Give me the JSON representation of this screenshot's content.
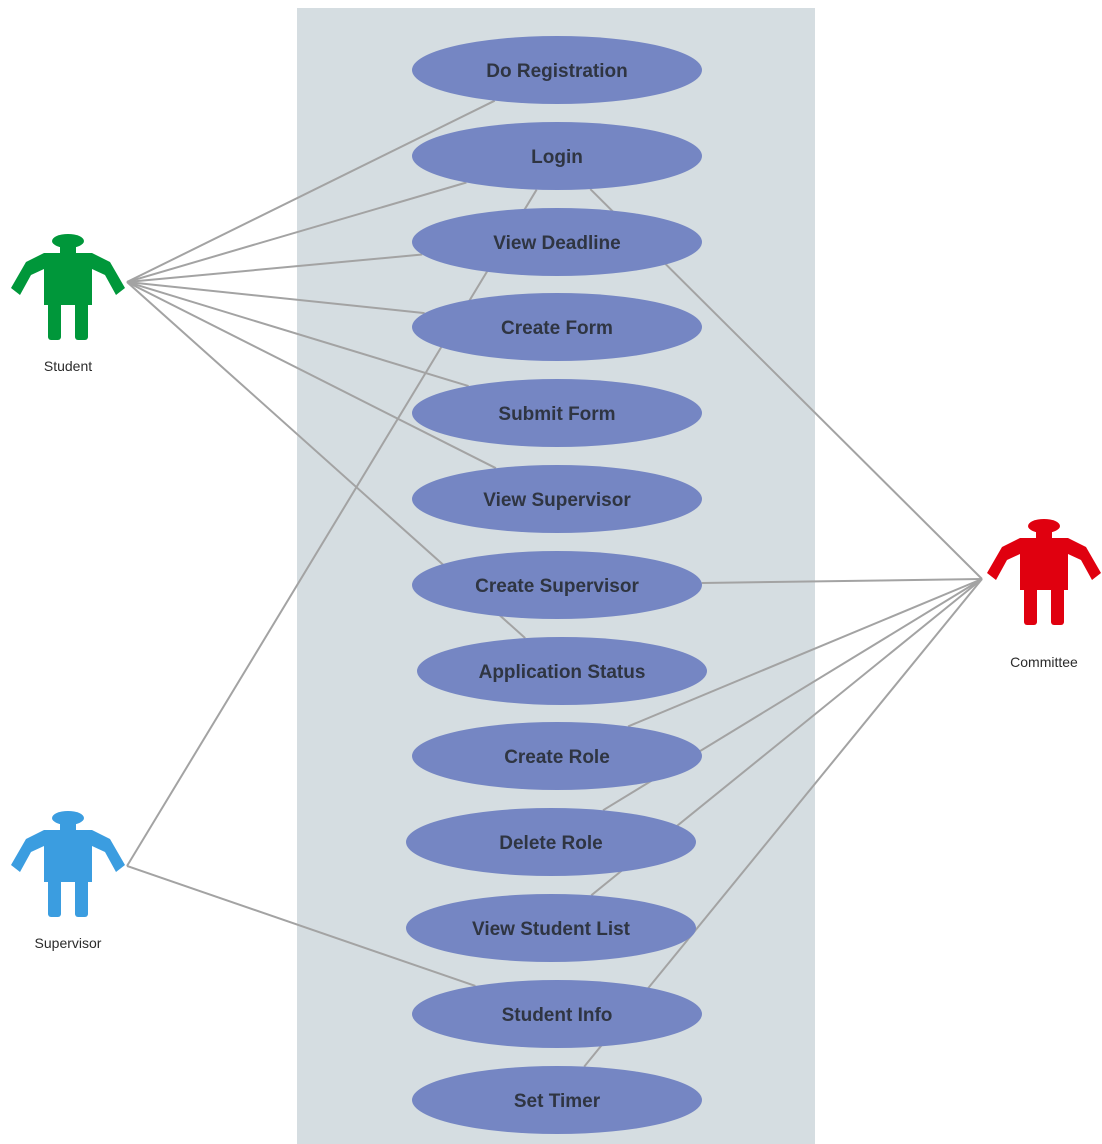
{
  "colors": {
    "background": "#ffffff",
    "system_boundary": "#d5dde1",
    "use_case_fill": "#7586c3",
    "use_case_text": "#2f3542",
    "association_line": "#a3a3a3",
    "student": "#00973a",
    "supervisor": "#3b9de0",
    "committee": "#e0000f"
  },
  "actors": [
    {
      "id": "student",
      "label": "Student",
      "icon": "person-icon"
    },
    {
      "id": "supervisor",
      "label": "Supervisor",
      "icon": "person-icon"
    },
    {
      "id": "committee",
      "label": "Committee",
      "icon": "person-icon"
    }
  ],
  "use_cases": [
    {
      "id": "do-registration",
      "label": "Do Registration"
    },
    {
      "id": "login",
      "label": "Login"
    },
    {
      "id": "view-deadline",
      "label": "View Deadline"
    },
    {
      "id": "create-form",
      "label": "Create Form"
    },
    {
      "id": "submit-form",
      "label": "Submit Form"
    },
    {
      "id": "view-supervisor",
      "label": "View Supervisor"
    },
    {
      "id": "create-supervisor",
      "label": "Create Supervisor"
    },
    {
      "id": "application-status",
      "label": "Application Status"
    },
    {
      "id": "create-role",
      "label": "Create Role"
    },
    {
      "id": "delete-role",
      "label": "Delete Role"
    },
    {
      "id": "view-student-list",
      "label": "View Student List"
    },
    {
      "id": "student-info",
      "label": "Student Info"
    },
    {
      "id": "set-timer",
      "label": "Set Timer"
    }
  ],
  "associations": [
    {
      "actor": "student",
      "use_case": "do-registration"
    },
    {
      "actor": "student",
      "use_case": "login"
    },
    {
      "actor": "student",
      "use_case": "view-deadline"
    },
    {
      "actor": "student",
      "use_case": "create-form"
    },
    {
      "actor": "student",
      "use_case": "submit-form"
    },
    {
      "actor": "student",
      "use_case": "view-supervisor"
    },
    {
      "actor": "student",
      "use_case": "application-status"
    },
    {
      "actor": "supervisor",
      "use_case": "login"
    },
    {
      "actor": "supervisor",
      "use_case": "student-info"
    },
    {
      "actor": "committee",
      "use_case": "login"
    },
    {
      "actor": "committee",
      "use_case": "create-supervisor"
    },
    {
      "actor": "committee",
      "use_case": "create-role"
    },
    {
      "actor": "committee",
      "use_case": "delete-role"
    },
    {
      "actor": "committee",
      "use_case": "view-student-list"
    },
    {
      "actor": "committee",
      "use_case": "set-timer"
    }
  ]
}
